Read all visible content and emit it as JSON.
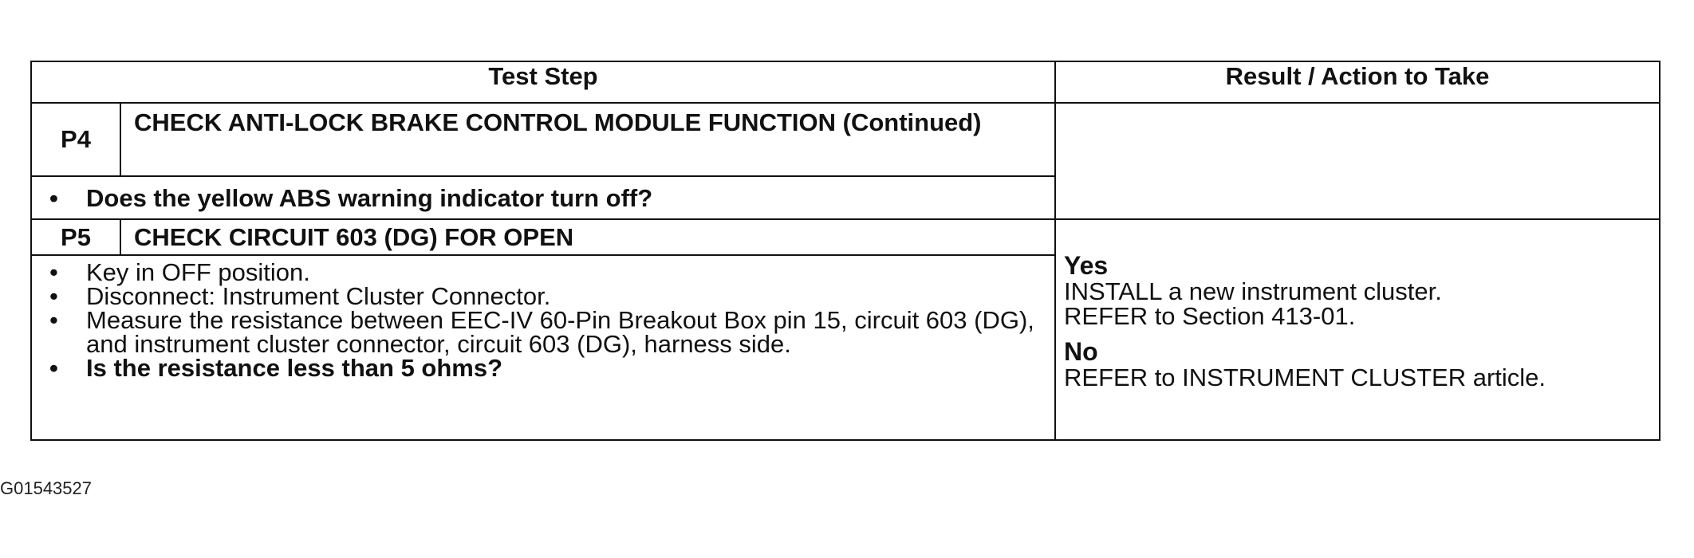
{
  "table": {
    "headers": {
      "test_step": "Test Step",
      "result": "Result / Action to Take"
    },
    "steps": {
      "p4": {
        "id": "P4",
        "title": "CHECK ANTI-LOCK BRAKE CONTROL MODULE FUNCTION (Continued)",
        "bullets": [
          "Does the yellow ABS warning indicator turn off?"
        ]
      },
      "p5": {
        "id": "P5",
        "title": "CHECK CIRCUIT 603 (DG) FOR OPEN",
        "bullets": [
          "Key in OFF position.",
          "Disconnect: Instrument Cluster Connector.",
          "Measure the resistance between EEC-IV 60-Pin Breakout Box pin 15, circuit 603 (DG), and instrument cluster connector, circuit 603 (DG), harness side.",
          "Is the resistance less than 5 ohms?"
        ],
        "result": {
          "yes_label": "Yes",
          "yes_line1": "INSTALL a new instrument cluster.",
          "yes_line2": "REFER to Section 413-01.",
          "no_label": "No",
          "no_line1": "REFER to INSTRUMENT CLUSTER article."
        }
      }
    }
  },
  "figure_id": "G01543527"
}
